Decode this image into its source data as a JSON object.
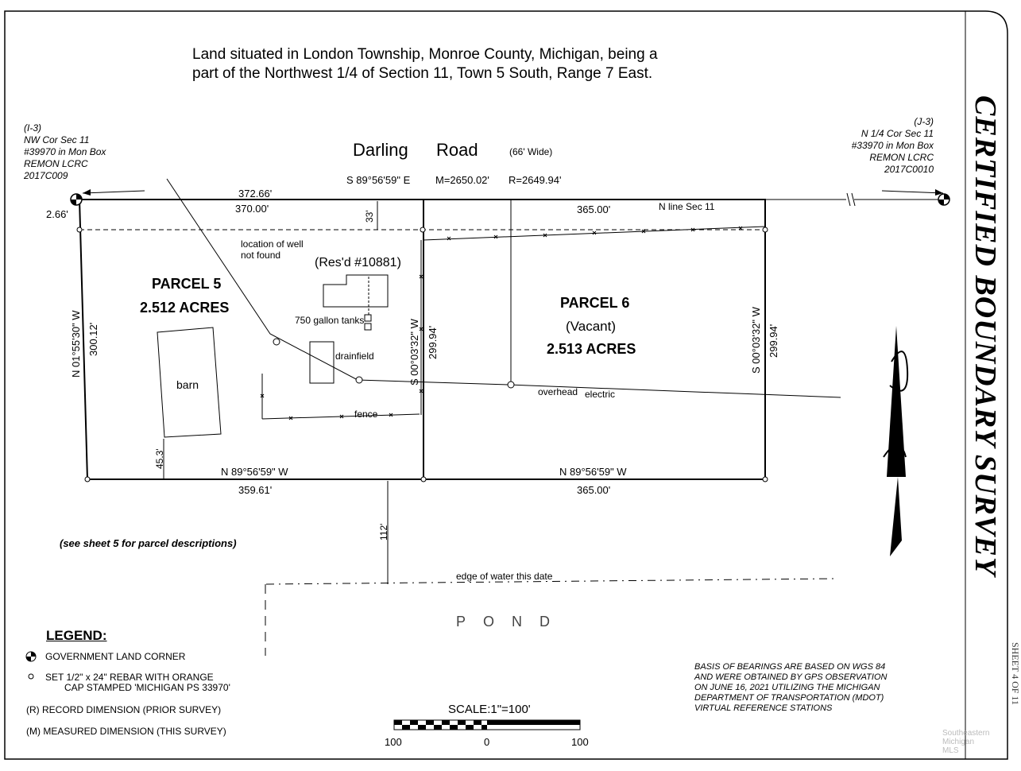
{
  "header": {
    "line1": "Land situated in London Township, Monroe County, Michigan, being a",
    "line2": "part of the Northwest 1/4 of Section 11, Town 5 South, Range 7 East."
  },
  "road": {
    "name1": "Darling",
    "name2": "Road",
    "width": "(66' Wide)",
    "bearing": "S 89°56'59\" E",
    "measured": "M=2650.02'",
    "record": "R=2649.94'"
  },
  "corner_left": {
    "ref": "(I-3)",
    "l1": "NW Cor Sec 11",
    "l2": "#39970 in Mon Box",
    "l3": "REMON LCRC",
    "l4": "2017C009"
  },
  "corner_right": {
    "ref": "(J-3)",
    "l1": "N 1/4 Cor Sec 11",
    "l2": "#33970 in Mon Box",
    "l3": "REMON LCRC",
    "l4": "2017C0010"
  },
  "dims": {
    "top_a": "372.66'",
    "top_b": "370.00'",
    "offset_266": "2.66'",
    "row_33": "33'",
    "top_c": "365.00'",
    "nline": "N line Sec 11",
    "left_bearing": "N 01°55'30\" W",
    "left_len": "300.12'",
    "mid_bearing": "S 00°03'32\" W",
    "mid_len": "299.94'",
    "right_bearing": "S 00°03'32\" W",
    "right_len": "299.94'",
    "bot_bearing_a": "N 89°56'59\" W",
    "bot_len_a": "359.61'",
    "bot_bearing_b": "N 89°56'59\" W",
    "bot_len_b": "365.00'",
    "d453": "45.3'",
    "d112": "112'"
  },
  "parcel5": {
    "name": "PARCEL 5",
    "acres": "2.512  ACRES"
  },
  "parcel6": {
    "name": "PARCEL 6",
    "status": "(Vacant)",
    "acres": "2.513  ACRES"
  },
  "features": {
    "well1": "location of well",
    "well2": "not found",
    "res": "(Res'd #10881)",
    "tanks": "750 gallon tanks",
    "drainfield": "drainfield",
    "barn": "barn",
    "fence": "fence",
    "electric1": "overhead",
    "electric2": "electric",
    "water": "edge of water this date",
    "pond": "POND"
  },
  "note": "(see sheet 5 for parcel descriptions)",
  "legend": {
    "title": "LEGEND:",
    "items": [
      "GOVERNMENT LAND CORNER",
      "SET 1/2\" x 24\" REBAR WITH ORANGE",
      "CAP STAMPED 'MICHIGAN PS 33970'",
      "(R)  RECORD DIMENSION (PRIOR SURVEY)",
      "(M)  MEASURED DIMENSION (THIS SURVEY)"
    ]
  },
  "scale": {
    "label": "SCALE:1\"=100'",
    "t0": "100",
    "t1": "0",
    "t2": "100"
  },
  "basis": [
    "BASIS OF BEARINGS ARE BASED ON WGS 84",
    "AND WERE OBTAINED BY GPS OBSERVATION",
    "ON JUNE 16, 2021 UTILIZING THE MICHIGAN",
    "DEPARTMENT OF TRANSPORTATION (MDOT)",
    "VIRTUAL REFERENCE STATIONS"
  ],
  "title_block": {
    "title": "CERTIFIED BOUNDARY SURVEY",
    "sheet": "SHEET 4 OF 11"
  },
  "watermark": {
    "l1": "Southeastern",
    "l2": "Michigan",
    "l3": "MLS"
  }
}
